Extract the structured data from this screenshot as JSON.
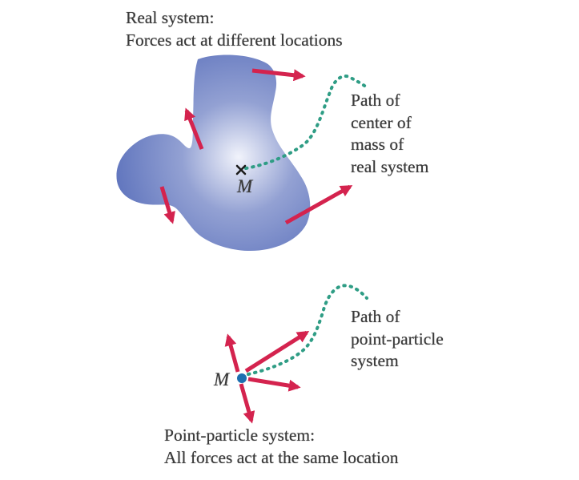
{
  "colors": {
    "background": "#ffffff",
    "arrow_red": "#d4234e",
    "path_teal": "#2f9d85",
    "dot_blue": "#1d6fb0",
    "blob_edge": "#5f74bd",
    "blob_mid": "#93a1d3",
    "blob_center": "#f1f3fb",
    "text_dark": "#3a3a3a",
    "marker_black": "#1c1c1c"
  },
  "top_diagram": {
    "caption": {
      "line1": "Real system:",
      "line2": "Forces act at different locations"
    },
    "mass_label": "M",
    "path_label": {
      "line1": "Path of",
      "line2": "center of",
      "line3": "mass of",
      "line4": "real system"
    }
  },
  "bottom_diagram": {
    "mass_label": "M",
    "path_label": {
      "line1": "Path of",
      "line2": "point-particle",
      "line3": "system"
    },
    "caption": {
      "line1": "Point-particle system:",
      "line2": "All forces act at the same location"
    }
  }
}
